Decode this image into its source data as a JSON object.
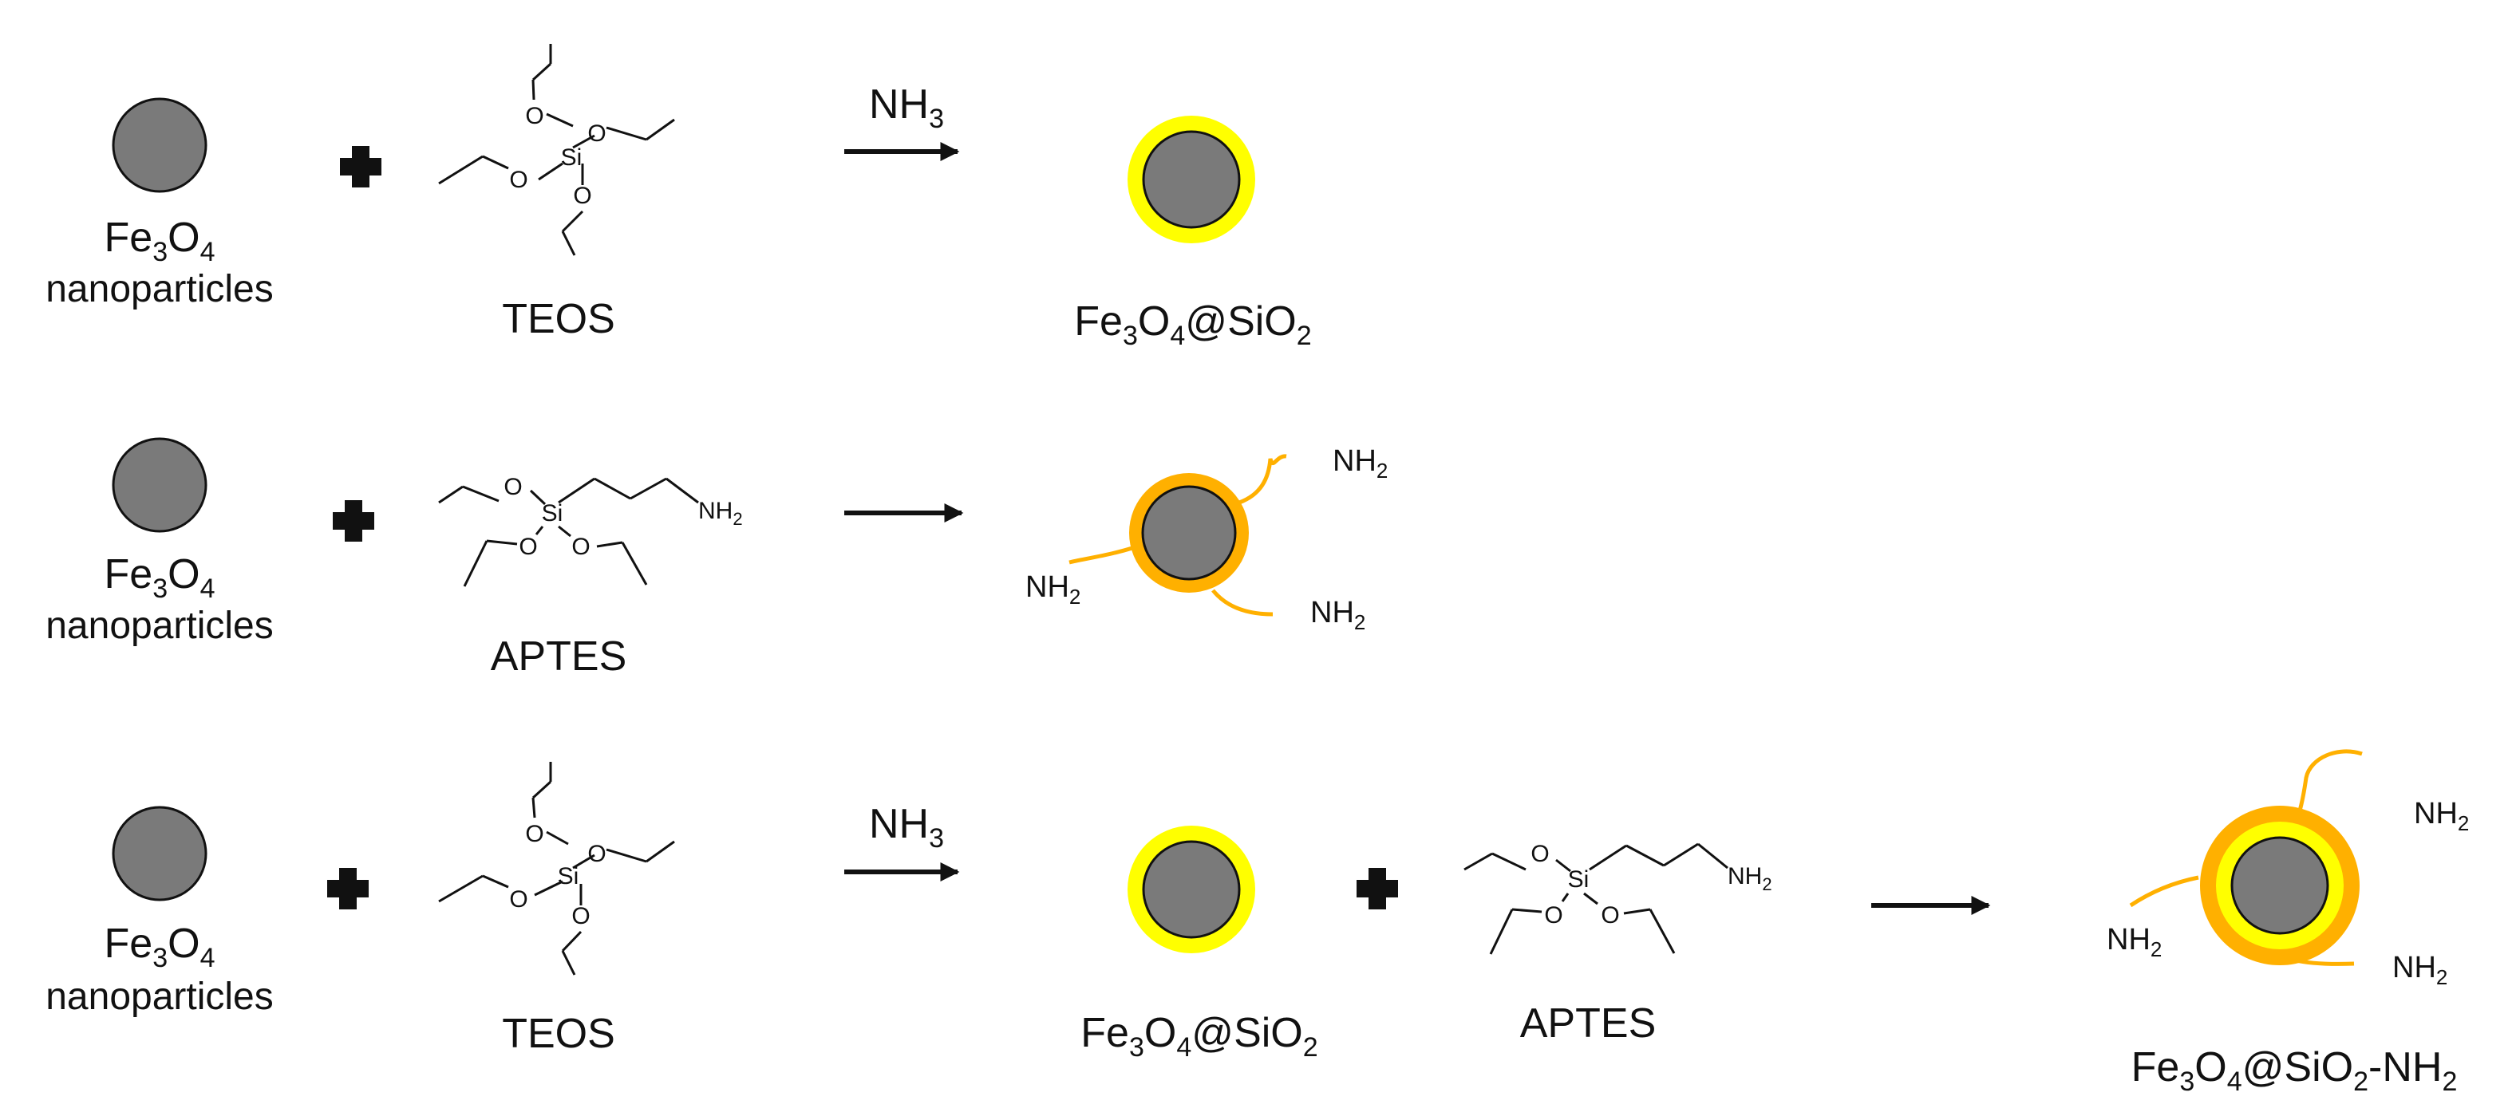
{
  "colors": {
    "core_fill": "#7a7a7a",
    "silica_shell": "#ffff00",
    "amine_shell": "#ffb000",
    "amine_chain": "#ffb000",
    "ink": "#111111"
  },
  "rows": [
    {
      "id": "row1",
      "reactant": {
        "main": "Fe",
        "sub1": "3",
        "mid": "O",
        "sub2": "4",
        "caption": "nanoparticles"
      },
      "reagent": {
        "name": "TEOS",
        "atom_si": "Si",
        "atom_o": "O"
      },
      "arrow": {
        "main": "NH",
        "sub": "3"
      },
      "product": {
        "p1": "Fe",
        "s1": "3",
        "p2": "O",
        "s2": "4",
        "p3": "@SiO",
        "s3": "2"
      }
    },
    {
      "id": "row2",
      "reactant": {
        "main": "Fe",
        "sub1": "3",
        "mid": "O",
        "sub2": "4",
        "caption": "nanoparticles"
      },
      "reagent": {
        "name": "APTES",
        "atom_si": "Si",
        "atom_o": "O",
        "nh": "NH",
        "nh_sub": "2"
      },
      "product_labels": [
        {
          "main": "NH",
          "sub": "2"
        },
        {
          "main": "NH",
          "sub": "2"
        },
        {
          "main": "NH",
          "sub": "2"
        }
      ]
    },
    {
      "id": "row3",
      "reactant": {
        "main": "Fe",
        "sub1": "3",
        "mid": "O",
        "sub2": "4",
        "caption": "nanoparticles"
      },
      "reagent": {
        "name": "TEOS",
        "atom_si": "Si",
        "atom_o": "O"
      },
      "arrow": {
        "main": "NH",
        "sub": "3"
      },
      "intermediate": {
        "p1": "Fe",
        "s1": "3",
        "p2": "O",
        "s2": "4",
        "p3": "@SiO",
        "s3": "2"
      },
      "reagent2": {
        "name": "APTES",
        "atom_si": "Si",
        "atom_o": "O",
        "nh": "NH",
        "nh_sub": "2"
      },
      "product_labels": [
        {
          "main": "NH",
          "sub": "2"
        },
        {
          "main": "NH",
          "sub": "2"
        },
        {
          "main": "NH",
          "sub": "2"
        }
      ],
      "product": {
        "p1": "Fe",
        "s1": "3",
        "p2": "O",
        "s2": "4",
        "p3": "@SiO",
        "s3": "2",
        "p4": "-NH",
        "s4": "2"
      }
    }
  ]
}
